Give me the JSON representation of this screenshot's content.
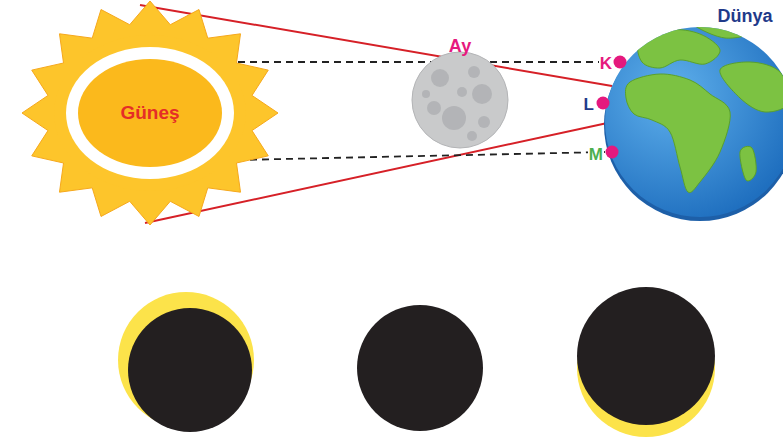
{
  "diagram": {
    "nodes": [
      {
        "text": [
          "Güneş"
        ]
      },
      {
        "text": [
          "Ay"
        ]
      },
      {
        "text": [
          "Dünya"
        ]
      }
    ],
    "labels": [
      "K",
      "L",
      "M"
    ]
  }
}
